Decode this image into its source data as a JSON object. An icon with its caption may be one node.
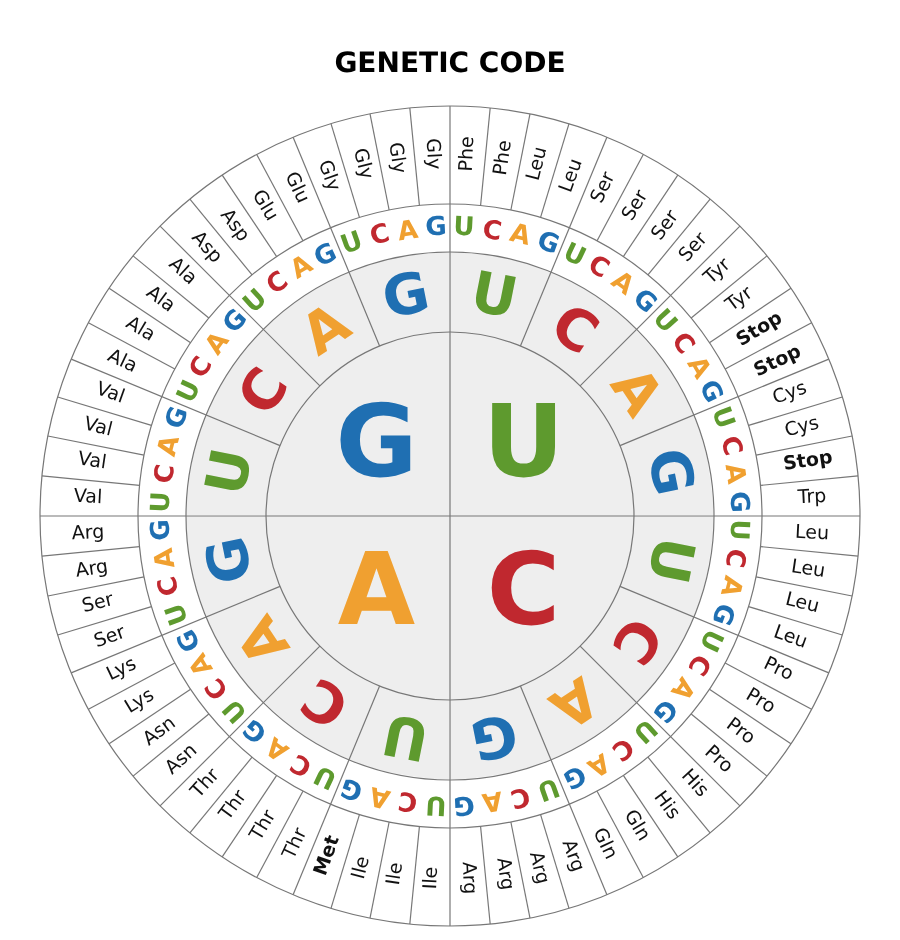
{
  "diagram": {
    "title": "GENETIC CODE",
    "nodes": [
      {
        "text": [
          "U"
        ]
      },
      {
        "text": [
          "C"
        ]
      },
      {
        "text": [
          "A"
        ]
      },
      {
        "text": [
          "G"
        ]
      },
      {
        "text": [
          "U"
        ]
      },
      {
        "text": [
          "C"
        ]
      },
      {
        "text": [
          "A"
        ]
      },
      {
        "text": [
          "G"
        ]
      },
      {
        "text": [
          "U"
        ]
      },
      {
        "text": [
          "C"
        ]
      },
      {
        "text": [
          "A"
        ]
      },
      {
        "text": [
          "G"
        ]
      },
      {
        "text": [
          "U"
        ]
      },
      {
        "text": [
          "C"
        ]
      },
      {
        "text": [
          "A"
        ]
      },
      {
        "text": [
          "G"
        ]
      },
      {
        "text": [
          "U"
        ]
      },
      {
        "text": [
          "C"
        ]
      },
      {
        "text": [
          "A"
        ]
      },
      {
        "text": [
          "G"
        ]
      },
      {
        "text": [
          "U"
        ]
      },
      {
        "text": [
          "C"
        ]
      },
      {
        "text": [
          "A"
        ]
      },
      {
        "text": [
          "G"
        ]
      },
      {
        "text": [
          "U"
        ]
      },
      {
        "text": [
          "C"
        ]
      },
      {
        "text": [
          "A"
        ]
      },
      {
        "text": [
          "G"
        ]
      },
      {
        "text": [
          "U"
        ]
      },
      {
        "text": [
          "C"
        ]
      },
      {
        "text": [
          "A"
        ]
      },
      {
        "text": [
          "G"
        ]
      },
      {
        "text": [
          "U"
        ]
      },
      {
        "text": [
          "C"
        ]
      },
      {
        "text": [
          "A"
        ]
      },
      {
        "text": [
          "G"
        ]
      },
      {
        "text": [
          "U"
        ]
      },
      {
        "text": [
          "C"
        ]
      },
      {
        "text": [
          "A"
        ]
      },
      {
        "text": [
          "G"
        ]
      },
      {
        "text": [
          "U"
        ]
      },
      {
        "text": [
          "C"
        ]
      },
      {
        "text": [
          "A"
        ]
      },
      {
        "text": [
          "G"
        ]
      },
      {
        "text": [
          "U"
        ]
      },
      {
        "text": [
          "C"
        ]
      },
      {
        "text": [
          "A"
        ]
      },
      {
        "text": [
          "G"
        ]
      },
      {
        "text": [
          "U"
        ]
      },
      {
        "text": [
          "C"
        ]
      },
      {
        "text": [
          "A"
        ]
      },
      {
        "text": [
          "G"
        ]
      },
      {
        "text": [
          "U"
        ]
      },
      {
        "text": [
          "C"
        ]
      },
      {
        "text": [
          "A"
        ]
      },
      {
        "text": [
          "G"
        ]
      },
      {
        "text": [
          "U"
        ]
      },
      {
        "text": [
          "C"
        ]
      },
      {
        "text": [
          "A"
        ]
      },
      {
        "text": [
          "G"
        ]
      },
      {
        "text": [
          "U"
        ]
      },
      {
        "text": [
          "C"
        ]
      },
      {
        "text": [
          "A"
        ]
      },
      {
        "text": [
          "G"
        ]
      },
      {
        "text": [
          "U"
        ]
      },
      {
        "text": [
          "C"
        ]
      },
      {
        "text": [
          "A"
        ]
      },
      {
        "text": [
          "G"
        ]
      },
      {
        "text": [
          "U"
        ]
      },
      {
        "text": [
          "C"
        ]
      },
      {
        "text": [
          "A"
        ]
      },
      {
        "text": [
          "G"
        ]
      },
      {
        "text": [
          "U"
        ]
      },
      {
        "text": [
          "C"
        ]
      },
      {
        "text": [
          "A"
        ]
      },
      {
        "text": [
          "G"
        ]
      },
      {
        "text": [
          "U"
        ]
      },
      {
        "text": [
          "C"
        ]
      },
      {
        "text": [
          "A"
        ]
      },
      {
        "text": [
          "G"
        ]
      },
      {
        "text": [
          "U"
        ]
      },
      {
        "text": [
          "C"
        ]
      },
      {
        "text": [
          "A"
        ]
      },
      {
        "text": [
          "G"
        ]
      },
      {
        "text": [
          "Phe"
        ]
      },
      {
        "text": [
          "Phe"
        ]
      },
      {
        "text": [
          "Leu"
        ]
      },
      {
        "text": [
          "Leu"
        ]
      },
      {
        "text": [
          "Ser"
        ]
      },
      {
        "text": [
          "Ser"
        ]
      },
      {
        "text": [
          "Ser"
        ]
      },
      {
        "text": [
          "Ser"
        ]
      },
      {
        "text": [
          "Tyr"
        ]
      },
      {
        "text": [
          "Tyr"
        ]
      },
      {
        "text": [
          "Stop"
        ]
      },
      {
        "text": [
          "Stop"
        ]
      },
      {
        "text": [
          "Cys"
        ]
      },
      {
        "text": [
          "Cys"
        ]
      },
      {
        "text": [
          "Stop"
        ]
      },
      {
        "text": [
          "Trp"
        ]
      },
      {
        "text": [
          "Leu"
        ]
      },
      {
        "text": [
          "Leu"
        ]
      },
      {
        "text": [
          "Leu"
        ]
      },
      {
        "text": [
          "Leu"
        ]
      },
      {
        "text": [
          "Pro"
        ]
      },
      {
        "text": [
          "Pro"
        ]
      },
      {
        "text": [
          "Pro"
        ]
      },
      {
        "text": [
          "Pro"
        ]
      },
      {
        "text": [
          "His"
        ]
      },
      {
        "text": [
          "His"
        ]
      },
      {
        "text": [
          "Gln"
        ]
      },
      {
        "text": [
          "Gln"
        ]
      },
      {
        "text": [
          "Arg"
        ]
      },
      {
        "text": [
          "Arg"
        ]
      },
      {
        "text": [
          "Arg"
        ]
      },
      {
        "text": [
          "Arg"
        ]
      },
      {
        "text": [
          "Ile"
        ]
      },
      {
        "text": [
          "Ile"
        ]
      },
      {
        "text": [
          "Ile"
        ]
      },
      {
        "text": [
          "Met"
        ]
      },
      {
        "text": [
          "Thr"
        ]
      },
      {
        "text": [
          "Thr"
        ]
      },
      {
        "text": [
          "Thr"
        ]
      },
      {
        "text": [
          "Thr"
        ]
      },
      {
        "text": [
          "Asn"
        ]
      },
      {
        "text": [
          "Asn"
        ]
      },
      {
        "text": [
          "Lys"
        ]
      },
      {
        "text": [
          "Lys"
        ]
      },
      {
        "text": [
          "Ser"
        ]
      },
      {
        "text": [
          "Ser"
        ]
      },
      {
        "text": [
          "Arg"
        ]
      },
      {
        "text": [
          "Arg"
        ]
      },
      {
        "text": [
          "Val"
        ]
      },
      {
        "text": [
          "Val"
        ]
      },
      {
        "text": [
          "Val"
        ]
      },
      {
        "text": [
          "Val"
        ]
      },
      {
        "text": [
          "Ala"
        ]
      },
      {
        "text": [
          "Ala"
        ]
      },
      {
        "text": [
          "Ala"
        ]
      },
      {
        "text": [
          "Ala"
        ]
      },
      {
        "text": [
          "Asp"
        ]
      },
      {
        "text": [
          "Asp"
        ]
      },
      {
        "text": [
          "Glu"
        ]
      },
      {
        "text": [
          "Glu"
        ]
      },
      {
        "text": [
          "Gly"
        ]
      },
      {
        "text": [
          "Gly"
        ]
      },
      {
        "text": [
          "Gly"
        ]
      },
      {
        "text": [
          "Gly"
        ]
      }
    ]
  }
}
